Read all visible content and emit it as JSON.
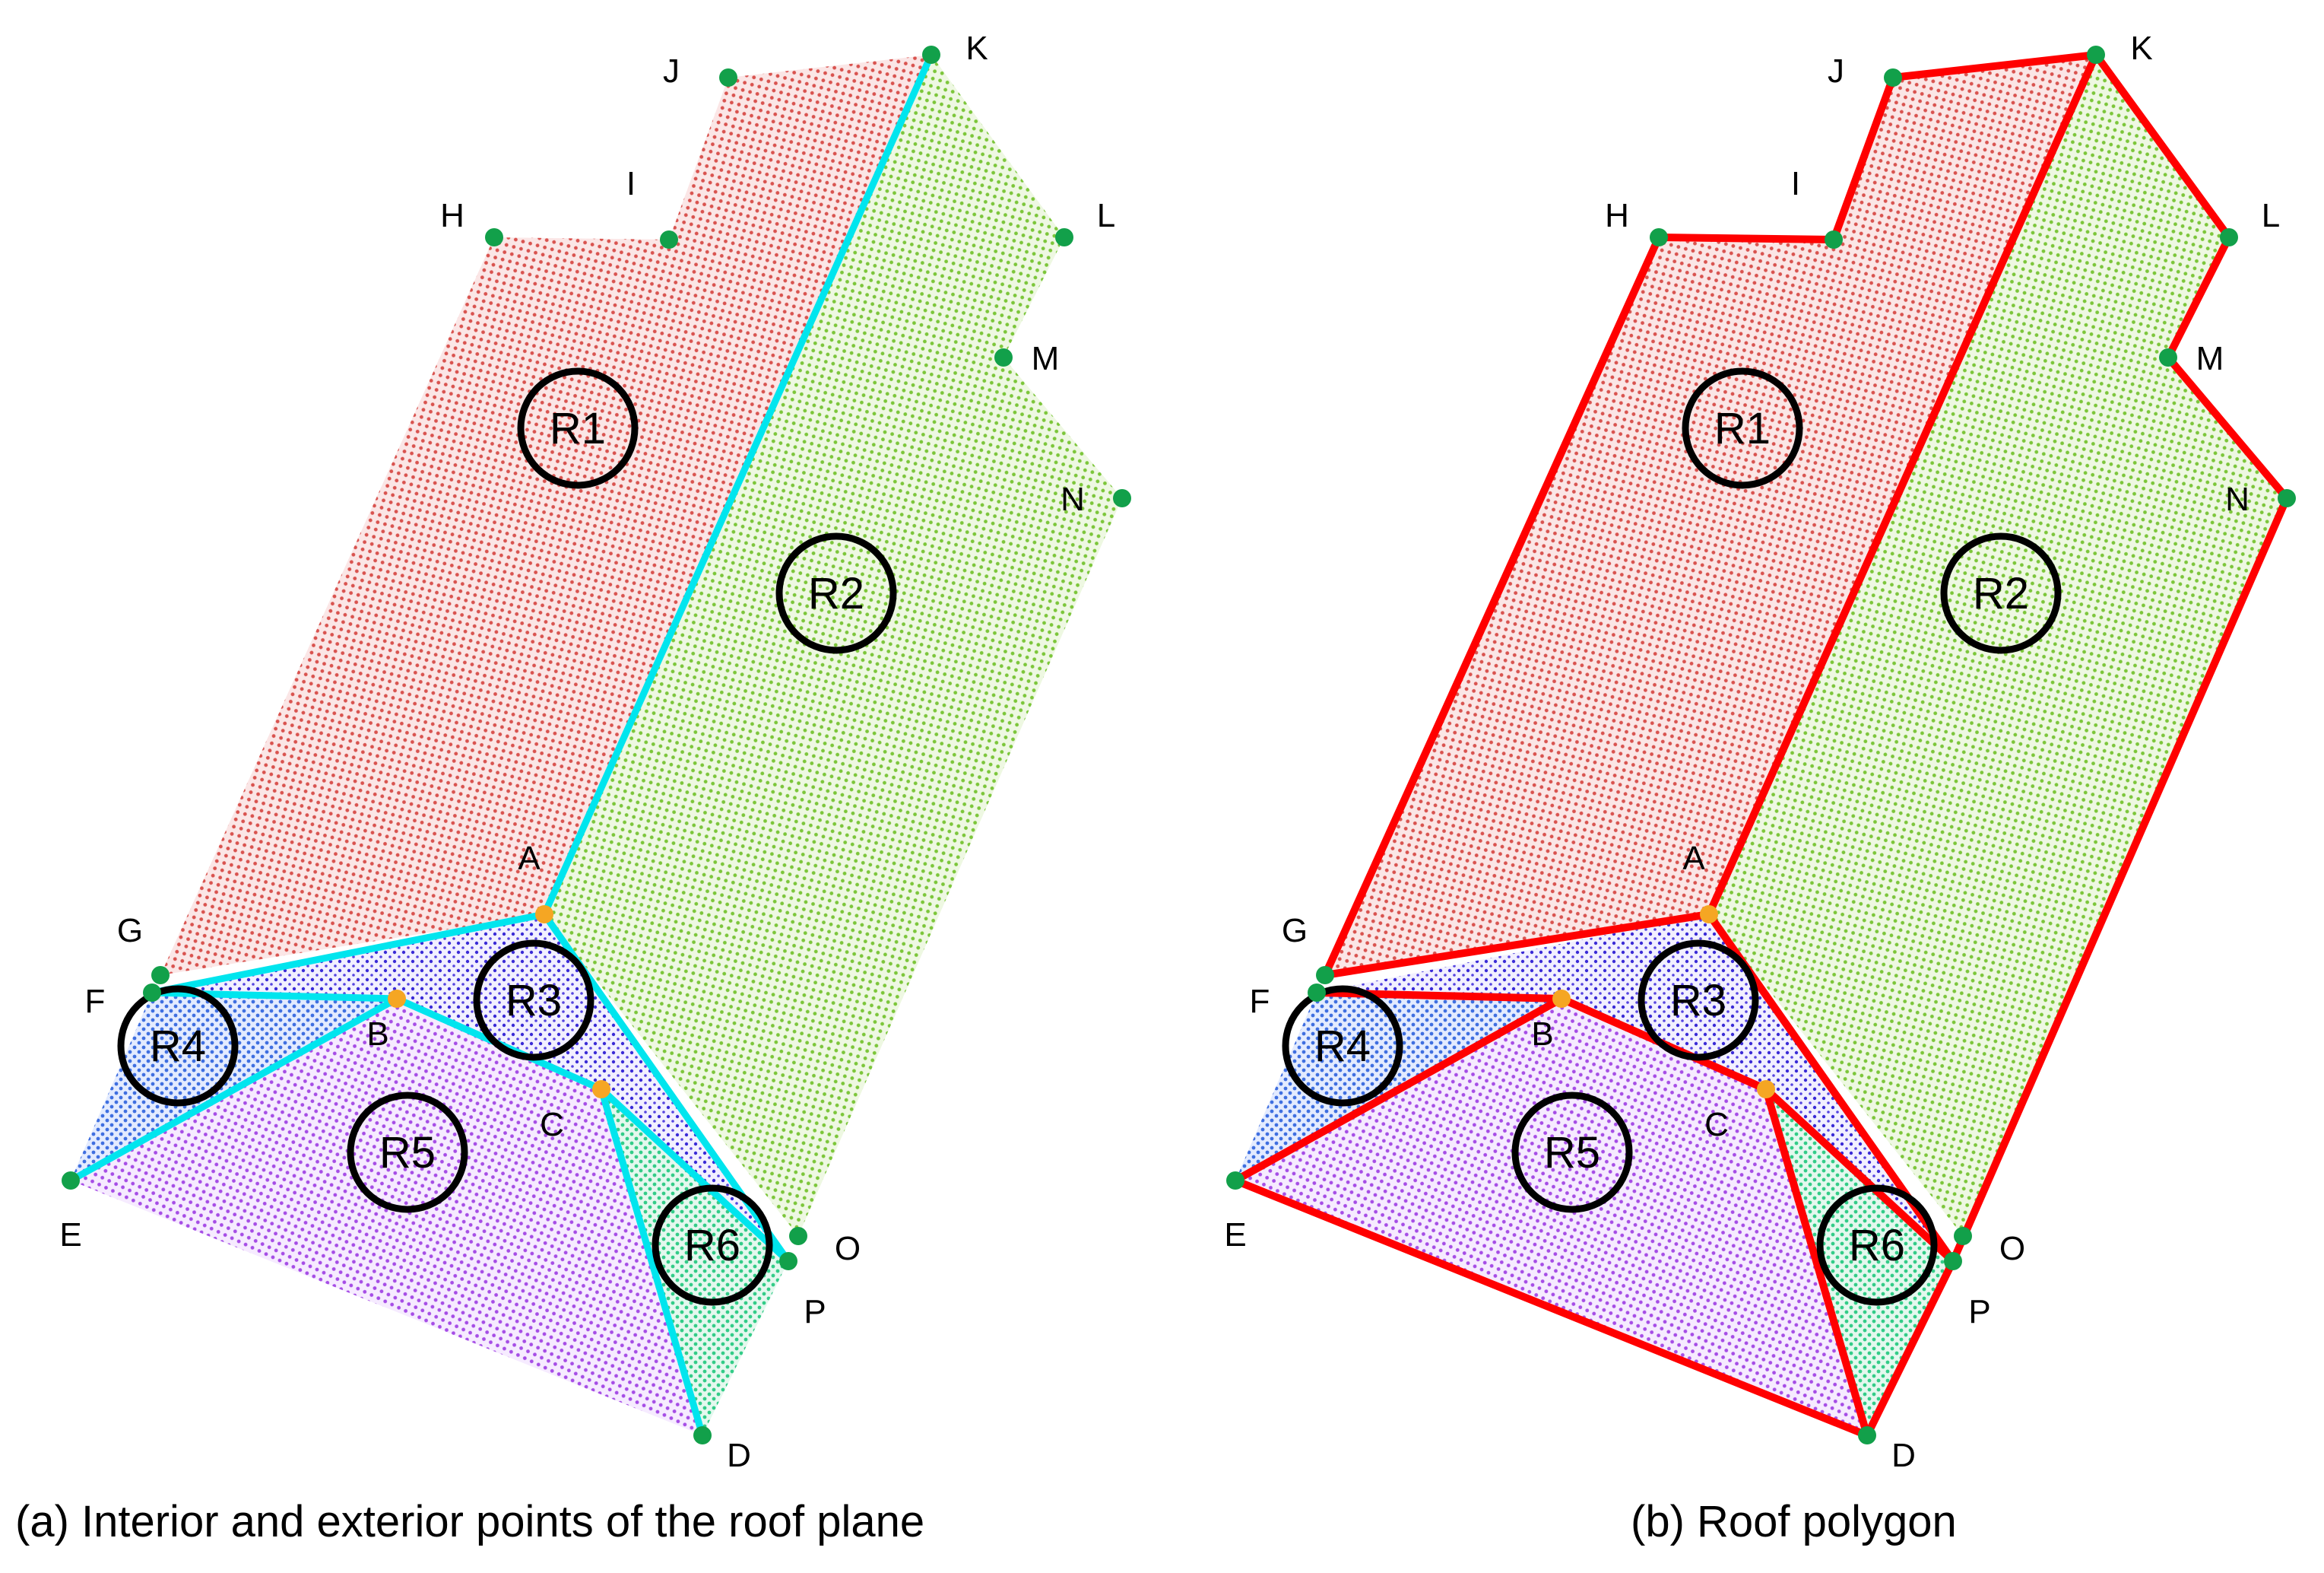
{
  "panels": [
    {
      "id": "a",
      "caption": "(a) Interior and exterior points of the roof plane",
      "line_color": "#00e5ee"
    },
    {
      "id": "b",
      "caption": "(b) Roof polygon",
      "line_color": "#ff0000"
    }
  ],
  "regions": [
    {
      "label": "R1",
      "color": "#e07070"
    },
    {
      "label": "R2",
      "color": "#8fd14f"
    },
    {
      "label": "R3",
      "color": "#3a2bd6"
    },
    {
      "label": "R4",
      "color": "#3f6fe0"
    },
    {
      "label": "R5",
      "color": "#a64de6"
    },
    {
      "label": "R6",
      "color": "#33cc88"
    }
  ],
  "points": {
    "exterior": [
      "D",
      "E",
      "F",
      "G",
      "H",
      "I",
      "J",
      "K",
      "L",
      "M",
      "N",
      "O",
      "P"
    ],
    "interior": [
      "A",
      "B",
      "C"
    ],
    "exterior_color": "#12a04a",
    "interior_color": "#f5a623"
  }
}
